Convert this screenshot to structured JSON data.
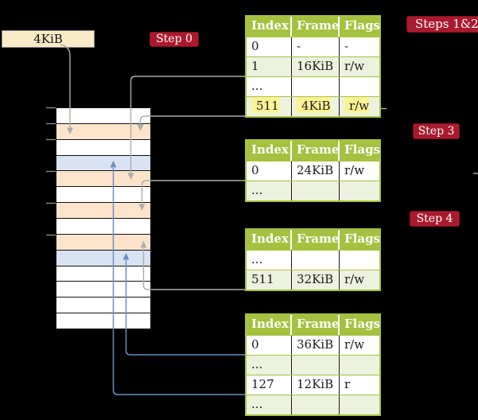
{
  "palette": {
    "badge_red": "#AA1A2F",
    "badge_border": "#7E1020",
    "table_green": "#A4C23F",
    "row_green": "#EDF2DE",
    "highlight_yellow": "#FCF394",
    "wheat": "#FCE4CC",
    "blue": "#DAE3F3",
    "page_box_fill": "#FAEBC8",
    "page_box_border": "#8C8C8C",
    "gray_line": "#ACACAC",
    "blue_line": "#6C8EBF",
    "tick_gray": "#8F8F8F"
  },
  "labels": {
    "page_box": "4KiB",
    "step0": "Step 0",
    "steps12": "Steps 1&2",
    "step3": "Step 3",
    "step4": "Step 4"
  },
  "memory_column": {
    "description": "physical memory divided into 4KiB frames; wheat = page-table frames, blue = mapped data pages",
    "rows": [
      {
        "fill": "white"
      },
      {
        "fill": "wheat"
      },
      {
        "fill": "white"
      },
      {
        "fill": "blue"
      },
      {
        "fill": "wheat"
      },
      {
        "fill": "white"
      },
      {
        "fill": "wheat"
      },
      {
        "fill": "white"
      },
      {
        "fill": "wheat"
      },
      {
        "fill": "blue"
      },
      {
        "fill": "white"
      },
      {
        "fill": "white"
      },
      {
        "fill": "white"
      },
      {
        "fill": "white"
      }
    ]
  },
  "tables": [
    {
      "name": "page-table-steps-1-2",
      "headers": [
        "Index",
        "Frame",
        "Flags"
      ],
      "rows": [
        {
          "cells": [
            "0",
            "-",
            "-"
          ],
          "shade": "white",
          "highlight": false
        },
        {
          "cells": [
            "1",
            "16KiB",
            "r/w"
          ],
          "shade": "green",
          "highlight": false
        },
        {
          "cells": [
            "...",
            "",
            ""
          ],
          "shade": "white",
          "highlight": false
        },
        {
          "cells": [
            "511",
            "4KiB",
            "r/w"
          ],
          "shade": "green",
          "highlight": true
        }
      ]
    },
    {
      "name": "page-table-step-3",
      "headers": [
        "Index",
        "Frame",
        "Flags"
      ],
      "rows": [
        {
          "cells": [
            "0",
            "24KiB",
            "r/w"
          ],
          "shade": "white",
          "highlight": false
        },
        {
          "cells": [
            "...",
            "",
            ""
          ],
          "shade": "green",
          "highlight": false
        }
      ]
    },
    {
      "name": "page-table-step-4",
      "headers": [
        "Index",
        "Frame",
        "Flags"
      ],
      "rows": [
        {
          "cells": [
            "...",
            "",
            ""
          ],
          "shade": "white",
          "highlight": false
        },
        {
          "cells": [
            "511",
            "32KiB",
            "r/w"
          ],
          "shade": "green",
          "highlight": false
        }
      ]
    },
    {
      "name": "page-table-last-level",
      "headers": [
        "Index",
        "Frame",
        "Flags"
      ],
      "rows": [
        {
          "cells": [
            "0",
            "36KiB",
            "r/w"
          ],
          "shade": "white",
          "highlight": false
        },
        {
          "cells": [
            "...",
            "",
            ""
          ],
          "shade": "green",
          "highlight": false
        },
        {
          "cells": [
            "127",
            "12KiB",
            "r"
          ],
          "shade": "white",
          "highlight": false
        },
        {
          "cells": [
            "...",
            "",
            ""
          ],
          "shade": "green",
          "highlight": false
        }
      ]
    }
  ],
  "arrows": [
    {
      "from": "4KiB-page-box",
      "to": "memory-frame-4KiB",
      "color": "gray"
    },
    {
      "from": "table1-entry-1 (16KiB)",
      "to": "memory-frame-16KiB",
      "color": "gray"
    },
    {
      "from": "table1-entry-511 (4KiB)",
      "to": "memory-frame-4KiB",
      "color": "gray"
    },
    {
      "from": "table2-entry-0 (24KiB)",
      "to": "memory-frame-24KiB",
      "color": "gray"
    },
    {
      "from": "table3-entry-511 (32KiB)",
      "to": "memory-frame-32KiB",
      "color": "gray"
    },
    {
      "from": "table4-entry-0 (36KiB)",
      "to": "memory-frame-36KiB",
      "color": "blue"
    },
    {
      "from": "table4-entry-127 (12KiB)",
      "to": "memory-frame-12KiB",
      "color": "blue"
    }
  ]
}
